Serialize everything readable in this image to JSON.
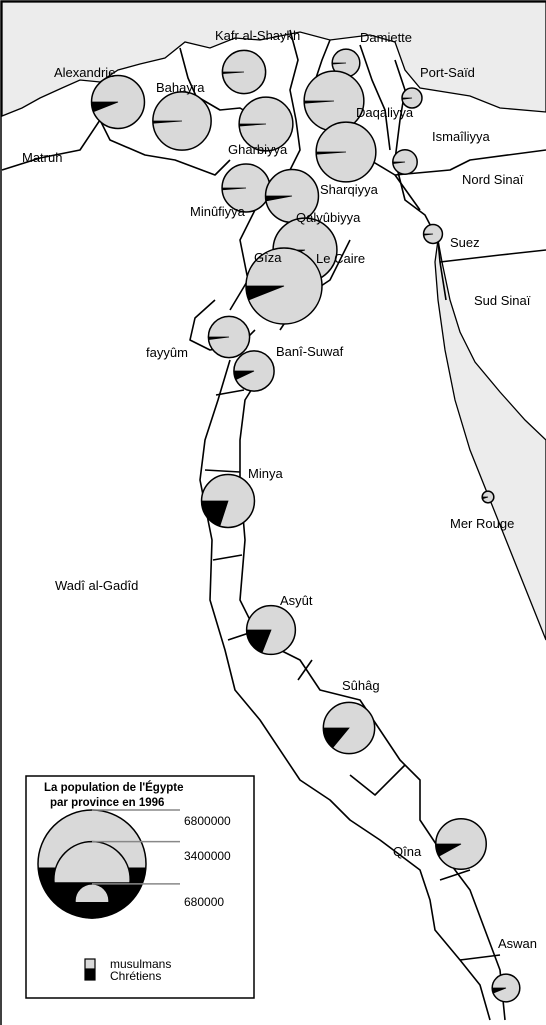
{
  "legend": {
    "title_line1": "La population de l'Égypte",
    "title_line2": "par province en 1996",
    "scale_values": [
      6800000,
      3400000,
      680000
    ],
    "scale_labels": [
      "6800000",
      "3400000",
      "680000"
    ],
    "muslims_label": "musulmans",
    "christians_label": "Chrétiens"
  },
  "colors": {
    "muslims": "#d9d9d9",
    "christians": "#000000",
    "sea": "#ececec",
    "outline": "#000000"
  },
  "regions": {
    "matruh": "Matruh",
    "wadi": "Wadî al-Gadîd",
    "nord_sinai": "Nord Sinaï",
    "sud_sinai": "Sud Sinaï",
    "mer_rouge": "Mer Rouge"
  },
  "provinces": [
    {
      "id": "alexandrie",
      "name": "Alexandrie",
      "population": 3300000,
      "christian_share": 0.06
    },
    {
      "id": "kafr",
      "name": "Kafr al-Shaykh",
      "population": 2200000,
      "christian_share": 0.01
    },
    {
      "id": "damiette",
      "name": "Damiette",
      "population": 900000,
      "christian_share": 0.01
    },
    {
      "id": "port-said",
      "name": "Port-Saïd",
      "population": 470000,
      "christian_share": 0.02
    },
    {
      "id": "bahayra",
      "name": "Bahayra",
      "population": 4000000,
      "christian_share": 0.01
    },
    {
      "id": "daqaliyya",
      "name": "Daqaliyya",
      "population": 4200000,
      "christian_share": 0.01
    },
    {
      "id": "gharbiyya",
      "name": "Gharbiyya",
      "population": 3400000,
      "christian_share": 0.01
    },
    {
      "id": "ismailiyya",
      "name": "Ismaîliyya",
      "population": 700000,
      "christian_share": 0.02
    },
    {
      "id": "sharqiyya",
      "name": "Sharqiyya",
      "population": 4200000,
      "christian_share": 0.01
    },
    {
      "id": "minufiyya",
      "name": "Minûfiyya",
      "population": 2700000,
      "christian_share": 0.01
    },
    {
      "id": "qalyubiyya",
      "name": "Qalyûbiyya",
      "population": 3300000,
      "christian_share": 0.03
    },
    {
      "id": "suez",
      "name": "Suez",
      "population": 420000,
      "christian_share": 0.02
    },
    {
      "id": "giza",
      "name": "Gîza",
      "population": 4800000,
      "christian_share": 0.05
    },
    {
      "id": "le-caire",
      "name": "Le Caire",
      "population": 6800000,
      "christian_share": 0.06
    },
    {
      "id": "fayyum",
      "name": "fayyûm",
      "population": 2000000,
      "christian_share": 0.02
    },
    {
      "id": "bani-suwaf",
      "name": "Banî-Suwaf",
      "population": 1900000,
      "christian_share": 0.07
    },
    {
      "id": "minya",
      "name": "Minya",
      "population": 3300000,
      "christian_share": 0.2
    },
    {
      "id": "mer-rouge-gov",
      "name": "",
      "population": 160000,
      "christian_share": 0.05
    },
    {
      "id": "asyut",
      "name": "Asyût",
      "population": 2800000,
      "christian_share": 0.19
    },
    {
      "id": "suhag",
      "name": "Sûhâg",
      "population": 3100000,
      "christian_share": 0.14
    },
    {
      "id": "qina",
      "name": "Qîna",
      "population": 3000000,
      "christian_share": 0.08
    },
    {
      "id": "aswan",
      "name": "Aswan",
      "population": 900000,
      "christian_share": 0.06
    }
  ]
}
